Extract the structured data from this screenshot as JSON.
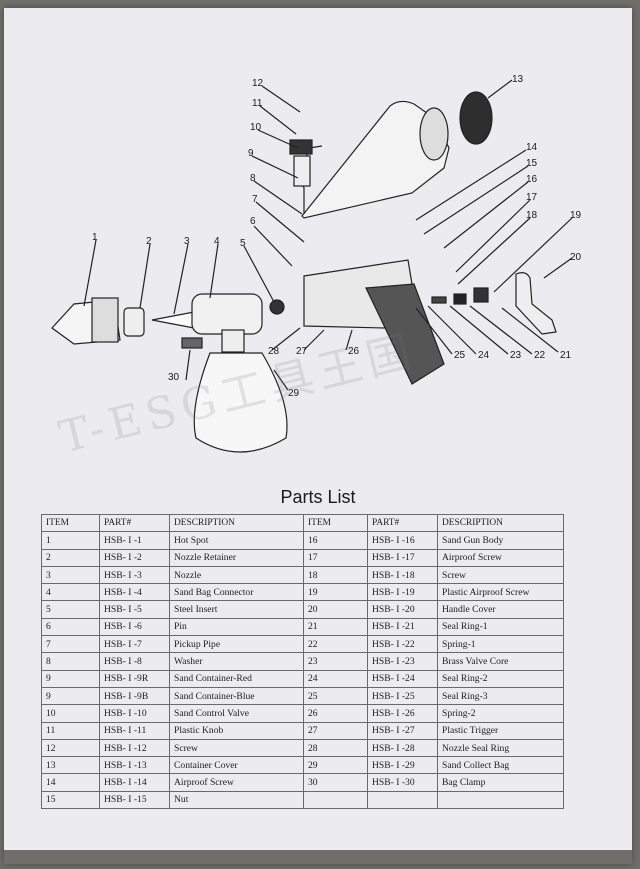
{
  "title": "Parts List",
  "headers": [
    "ITEM",
    "PART#",
    "DESCRIPTION",
    "ITEM",
    "PART#",
    "DESCRIPTION"
  ],
  "rows": [
    [
      "1",
      "HSB- I -1",
      "Hot Spot",
      "16",
      "HSB- I -16",
      "Sand Gun Body"
    ],
    [
      "2",
      "HSB- I -2",
      "Nozzle Retainer",
      "17",
      "HSB- I -17",
      "Airproof Screw"
    ],
    [
      "3",
      "HSB- I -3",
      "Nozzle",
      "18",
      "HSB- I -18",
      "Screw"
    ],
    [
      "4",
      "HSB- I -4",
      "Sand Bag Connector",
      "19",
      "HSB- I -19",
      "Plastic Airproof Screw"
    ],
    [
      "5",
      "HSB- I -5",
      "Steel Insert",
      "20",
      "HSB- I -20",
      "Handle Cover"
    ],
    [
      "6",
      "HSB- I -6",
      "Pin",
      "21",
      "HSB- I -21",
      "Seal Ring-1"
    ],
    [
      "7",
      "HSB- I -7",
      "Pickup Pipe",
      "22",
      "HSB- I -22",
      "Spring-1"
    ],
    [
      "8",
      "HSB- I -8",
      "Washer",
      "23",
      "HSB- I -23",
      "Brass Valve Core"
    ],
    [
      "9",
      "HSB- I -9R",
      "Sand Container-Red",
      "24",
      "HSB- I -24",
      "Seal Ring-2"
    ],
    [
      "9",
      "HSB- I -9B",
      "Sand Container-Blue",
      "25",
      "HSB- I -25",
      "Seal Ring-3"
    ],
    [
      "10",
      "HSB- I -10",
      "Sand Control Valve",
      "26",
      "HSB- I -26",
      "Spring-2"
    ],
    [
      "11",
      "HSB- I -11",
      "Plastic Knob",
      "27",
      "HSB- I -27",
      "Plastic Trigger"
    ],
    [
      "12",
      "HSB- I -12",
      "Screw",
      "28",
      "HSB- I -28",
      "Nozzle Seal Ring"
    ],
    [
      "13",
      "HSB- I -13",
      "Container Cover",
      "29",
      "HSB- I -29",
      "Sand Collect Bag"
    ],
    [
      "14",
      "HSB- I -14",
      "Airproof Screw",
      "30",
      "HSB- I -30",
      "Bag Clamp"
    ],
    [
      "15",
      "HSB- I -15",
      "Nut",
      "",
      "",
      ""
    ]
  ],
  "diagram_labels": [
    "1",
    "2",
    "3",
    "4",
    "5",
    "6",
    "7",
    "8",
    "9",
    "10",
    "11",
    "12",
    "13",
    "14",
    "15",
    "16",
    "17",
    "18",
    "19",
    "20",
    "21",
    "22",
    "23",
    "24",
    "25",
    "26",
    "27",
    "28",
    "29",
    "30"
  ]
}
